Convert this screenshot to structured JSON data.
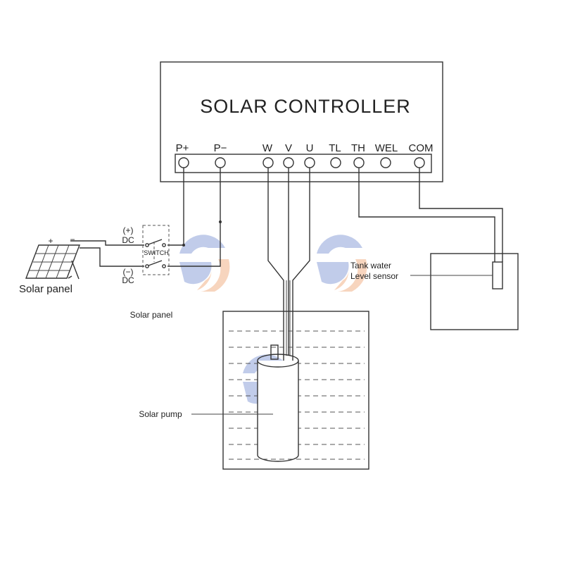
{
  "controller": {
    "title": "SOLAR CONTROLLER",
    "terminals": [
      "P+",
      "P−",
      "W",
      "V",
      "U",
      "TL",
      "TH",
      "WEL",
      "COM"
    ]
  },
  "wiring": {
    "dc_plus": "(+)",
    "dc_minus": "(−)",
    "dc_label": "DC",
    "switch_label": "SWITCH",
    "panel_plus": "+",
    "panel_minus": "−"
  },
  "labels": {
    "solar_panel_icon": "Solar panel",
    "solar_panel_text": "Solar panel",
    "tank_sensor_line1": "Tank water",
    "tank_sensor_line2": "Level sensor",
    "solar_pump": "Solar pump"
  },
  "colors": {
    "line": "#333333",
    "watermark_blue": "#8fa3d9",
    "watermark_orange": "#f2b38a"
  }
}
